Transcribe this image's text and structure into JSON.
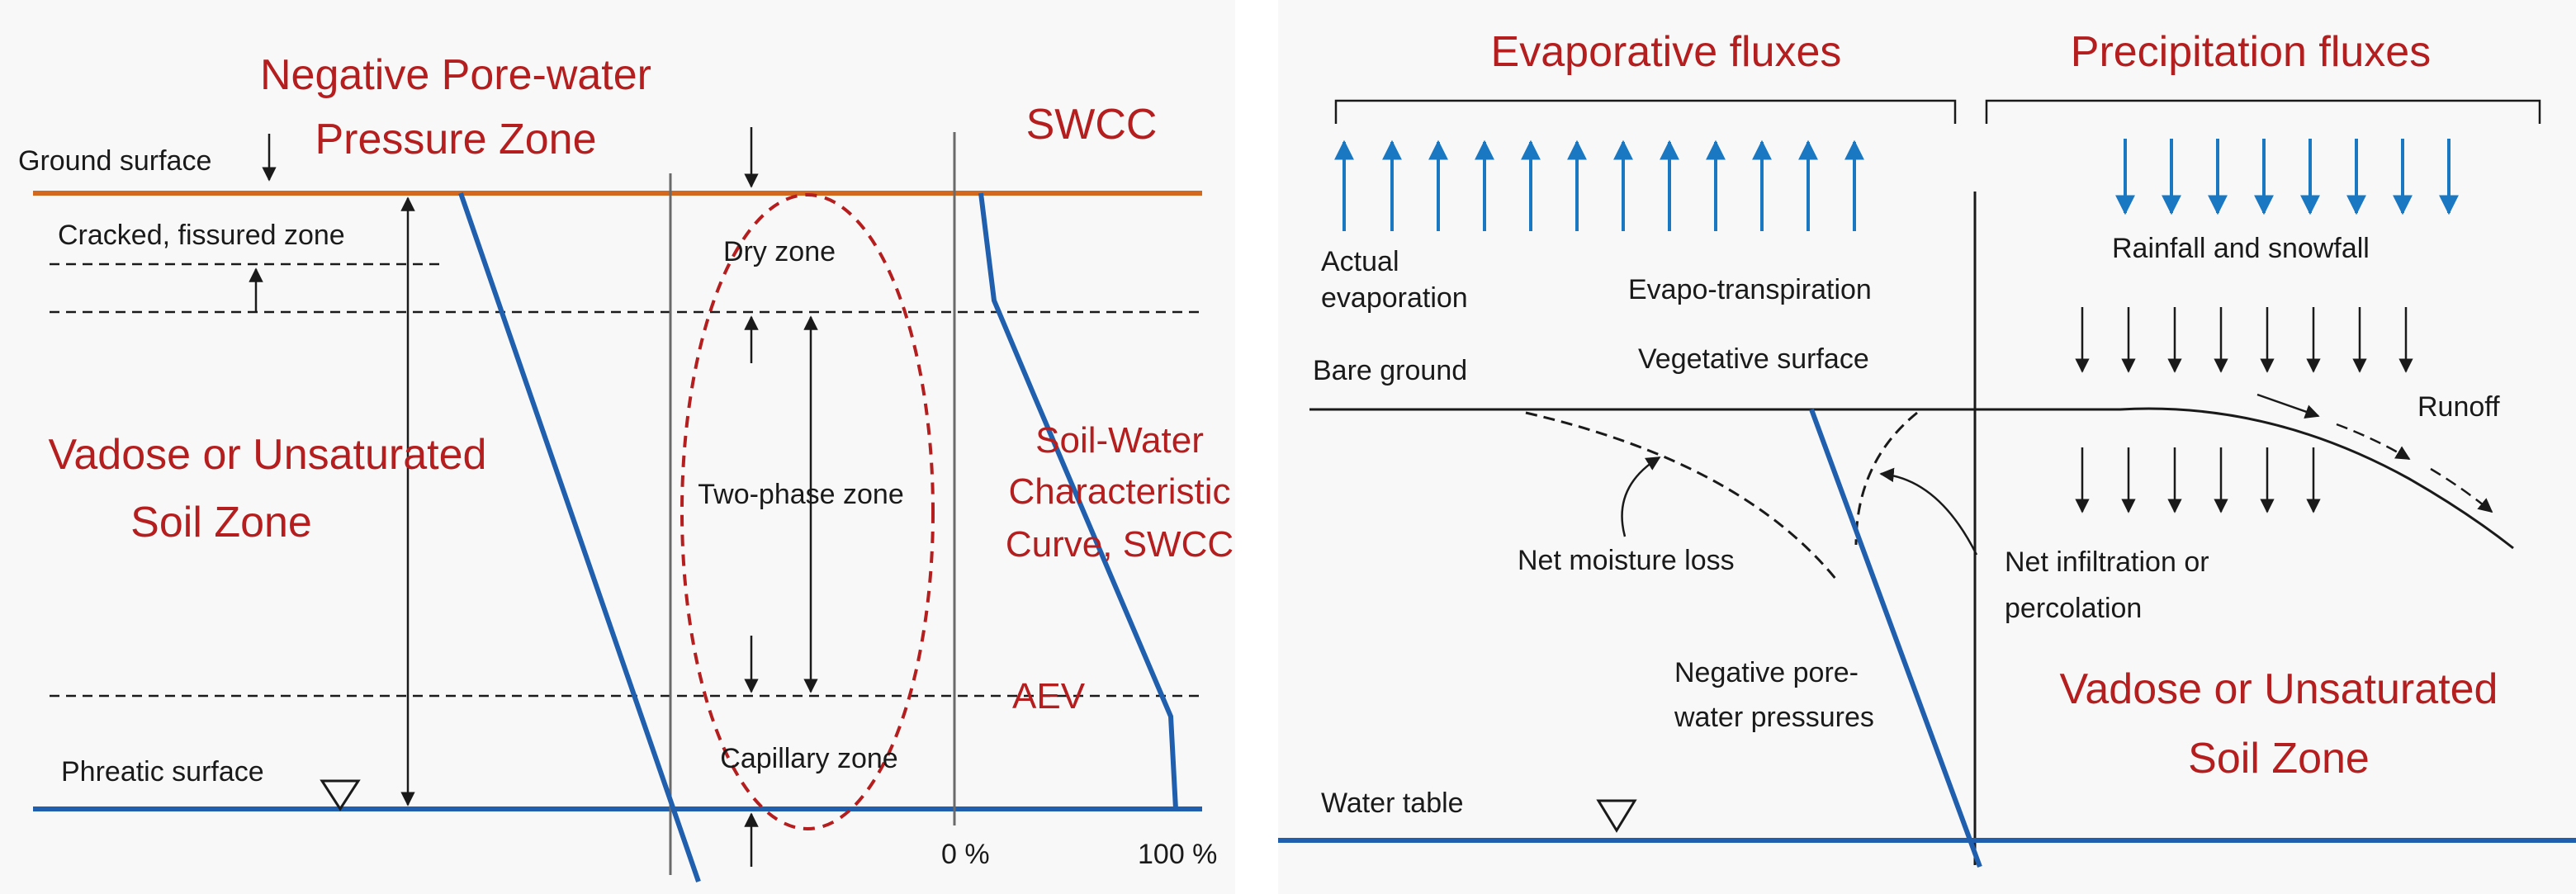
{
  "colors": {
    "accent_red": "#b41e1e",
    "ground_line": "#d2691e",
    "water_line": "#1f5fae",
    "arrow_blue": "#1a78c2",
    "ink": "#1a1a1a"
  },
  "left": {
    "title_line1": "Negative Pore-water",
    "title_line2": "Pressure Zone",
    "swcc_title": "SWCC",
    "ground_surface": "Ground surface",
    "cracked_zone": "Cracked, fissured zone",
    "vadose_line1": "Vadose or Unsaturated",
    "vadose_line2": "Soil Zone",
    "phreatic_surface": "Phreatic surface",
    "dry_zone": "Dry zone",
    "two_phase_zone": "Two-phase zone",
    "capillary_zone": "Capillary zone",
    "swcc_label_line1": "Soil-Water",
    "swcc_label_line2": "Characteristic",
    "swcc_label_line3": "Curve, SWCC",
    "aev": "AEV",
    "pct_zero": "0 %",
    "pct_hundred": "100 %"
  },
  "right": {
    "evaporative_title": "Evaporative fluxes",
    "precipitation_title": "Precipitation fluxes",
    "actual_line1": "Actual",
    "actual_line2": "evaporation",
    "evapo_transpiration": "Evapo-transpiration",
    "vegetative_surface": "Vegetative surface",
    "bare_ground": "Bare ground",
    "rainfall": "Rainfall and snowfall",
    "runoff": "Runoff",
    "net_moisture_loss": "Net moisture loss",
    "net_infiltration_line1": "Net infiltration or",
    "net_infiltration_line2": "percolation",
    "neg_pore_line1": "Negative pore-",
    "neg_pore_line2": "water pressures",
    "vadose_line1": "Vadose or Unsaturated",
    "vadose_line2": "Soil Zone",
    "water_table": "Water table"
  }
}
